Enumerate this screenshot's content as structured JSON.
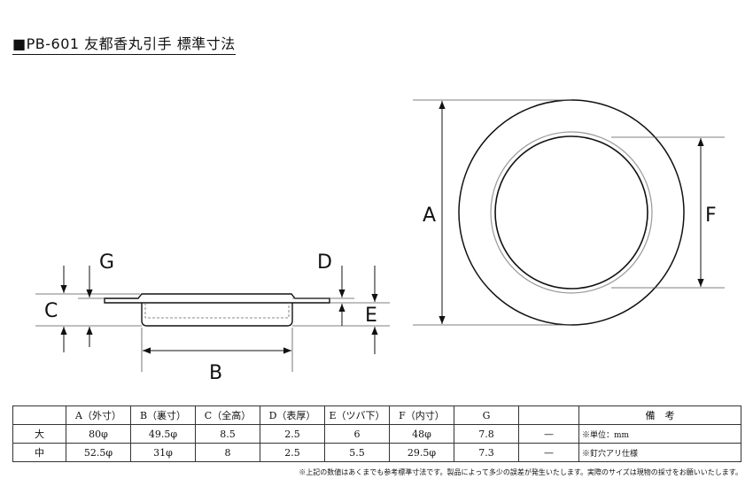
{
  "title": "■PB-601 友都香丸引手 標準寸法",
  "dimension_labels": {
    "A": "A",
    "B": "B",
    "C": "C",
    "D": "D",
    "E": "E",
    "F": "F",
    "G": "G"
  },
  "table": {
    "headers": [
      "",
      "A（外寸）",
      "B（裏寸）",
      "C（全高）",
      "D（表厚）",
      "E（ツバ下）",
      "F（内寸）",
      "G",
      "",
      "備　考"
    ],
    "rows": [
      {
        "size": "大",
        "a": "80φ",
        "b": "49.5φ",
        "c": "8.5",
        "d": "2.5",
        "e": "6",
        "f": "48φ",
        "g": "7.8",
        "dash": "—",
        "remark": "※単位：mm"
      },
      {
        "size": "中",
        "a": "52.5φ",
        "b": "31φ",
        "c": "8",
        "d": "2.5",
        "e": "5.5",
        "f": "29.5φ",
        "g": "7.3",
        "dash": "—",
        "remark": "※釘穴アリ仕様"
      }
    ]
  },
  "footnote": "※上記の数値はあくまでも参考標準寸法です。製品によって多少の誤差が発生いたします。実際のサイズは現物の採寸をお願いいたします。"
}
